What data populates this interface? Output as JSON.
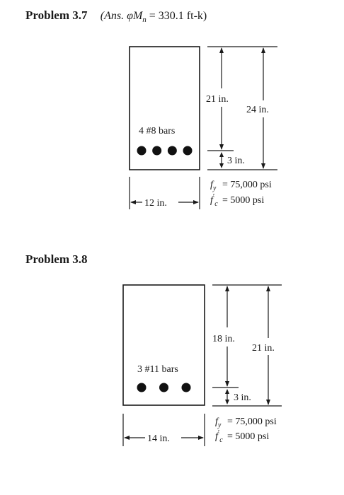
{
  "problems": [
    {
      "title": "Problem 3.7",
      "answer": {
        "prefix": "(Ans. ",
        "phi": "φ",
        "m": "M",
        "sub": "n",
        "value": " = 330.1 ft-k)"
      },
      "bars_label": "4 #8 bars",
      "bar_count": 4,
      "d_label": "21 in.",
      "h_label": "24 in.",
      "cover_label": "3 in.",
      "width_label": "12 in.",
      "fy_label": "= 75,000 psi",
      "fc_label": "= 5000 psi"
    },
    {
      "title": "Problem 3.8",
      "bars_label": "3 #11 bars",
      "bar_count": 3,
      "d_label": "18 in.",
      "h_label": "21 in.",
      "cover_label": "3 in.",
      "width_label": "14 in.",
      "fy_label": "= 75,000 psi",
      "fc_label": "= 5000 psi"
    }
  ]
}
